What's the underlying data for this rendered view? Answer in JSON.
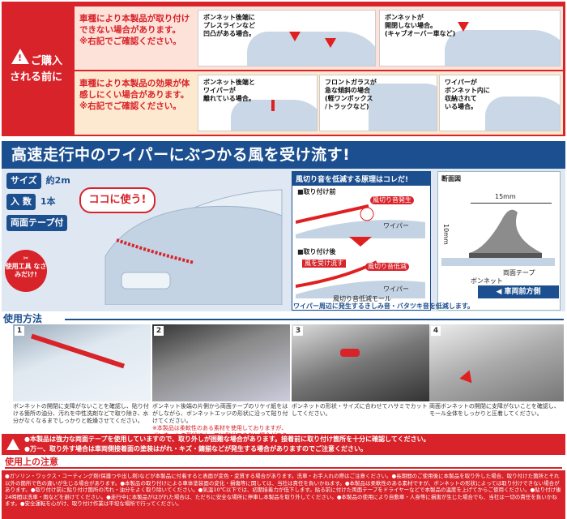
{
  "caution": {
    "side_label": "ご購入される前に",
    "row1_text": "車種により本製品が取り付けできない場合があります。",
    "row1_sub": "※右記でご確認ください。",
    "row1_pic1": "ボンネット後端に\nプレスラインなど\n凹凸がある場合。",
    "row1_pic2": "ボンネットが\n開閉しない場合。\n(キャブオーバー車など)",
    "row2_text": "車種により本製品の効果が体感しにくい場合があります。",
    "row2_sub": "※右記でご確認ください。",
    "row2_pic1": "ボンネット後端と\nワイパーが\n離れている場合。",
    "row2_pic2": "フロントガラスが\n急な傾斜の場合\n(軽ワンボックス\n/トラックなど)",
    "row2_pic3": "ワイパーが\nボンネット内に\n収納されて\nいる場合。"
  },
  "headline": "高速走行中のワイパーにぶつかる風を受け流す!",
  "specs": [
    {
      "key": "サイズ",
      "value": "約2m"
    },
    {
      "key": "入 数",
      "value": "1本"
    },
    {
      "key": "両面テープ付",
      "value": ""
    }
  ],
  "callout": "ココに使う!",
  "tool_badge": "使用工具 なさみだけ!",
  "principle": {
    "title": "風切り音を低減する原理はコレだ!",
    "before": "■取り付け前",
    "before_label1": "風切り音発生",
    "before_label2": "ワイパー",
    "after": "■取り付け後",
    "after_label1": "風を受け流す",
    "after_label2": "風切り音低減",
    "after_label3": "ワイパー",
    "after_label4": "風切り音低減モール"
  },
  "section": {
    "title": "断面図",
    "width": "15mm",
    "height": "10mm",
    "tape": "両面テープ",
    "bonnet": "ボンネット",
    "direction": "車両前方側"
  },
  "footnote": "ワイパー周辺に発生するきしみ音・バタツキ音を低減します。",
  "usage_title": "使用方法",
  "steps": [
    {
      "num": "1",
      "text": "ボンネットの開閉に支障がないことを確認し、貼り付ける箇所の油分、汚れを中性洗剤などで取り除き、水分がなくなるまでしっかりと乾燥させてください。",
      "note": ""
    },
    {
      "num": "2",
      "text": "ボンネット後端の片側から両面テープのリケイ紙をはがしながら、ボンネットエッジの形状に沿って貼り付けてください。",
      "note": "※本製品は柔軟性のある素材を使用しておりますが、ボンネットの形状によっては貼付できない場合があります。"
    },
    {
      "num": "3",
      "text": "ボンネットの形状・サイズに合わせてハサミでカットしてください。",
      "note": ""
    },
    {
      "num": "4",
      "text": "両面ボンネットの開閉に支障がないことを確認し、モール全体をしっかりと圧着してください。",
      "note": ""
    }
  ],
  "warning": {
    "line1": "●本製品は強力な両面テープを使用していますので、取り外しが困難な場合があります。接着前に取り付け箇所を十分に確認してください。",
    "line2": "●万一、取り外す場合は車両側接着面の塗装はがれ・キズ・錆揃などが発生する場合がありますのでご注意ください。"
  },
  "notice_title": "使用上の注意",
  "notice_text": "●ガソリン・ワックス・コーティング剤(保護つや出し剤)などが本製品に付着すると表面が変色・変質する場合があります。洗車・お手入れの際はご注意ください。●長期間のご使用後に本製品を取り外した場合、取り付けた箇所とそれ以外の箇所で色の違いが生じる場合があります。●本製品の取り付けによる車体塗装面の変化・損傷等に関しては、当社は責任を負いかねます。●本製品は柔軟性のある素材ですが、ボンネットの形状によっては取り付けできない場合があります。●取り付け前に貼り付け箇所の汚れ・油分をよく取り除いてください。●気温10℃以下では、初期接着力が低下します。貼る前に付けた両面テープをドライヤーなどで本製品の温度を上げてからご使用ください。●貼り付け後24時間は洗車・雨などを避けてください。●走行中に本製品がはがれた場合は、ただちに安全な場所に停車し本製品を取り外してください。●本製品の使用により自動車・人身等に損害が生じた場合でも、当社は一切の責任を負いかねます。●安全運転を心がけ、取り付け作業は平坦な場所で行ってください。"
}
